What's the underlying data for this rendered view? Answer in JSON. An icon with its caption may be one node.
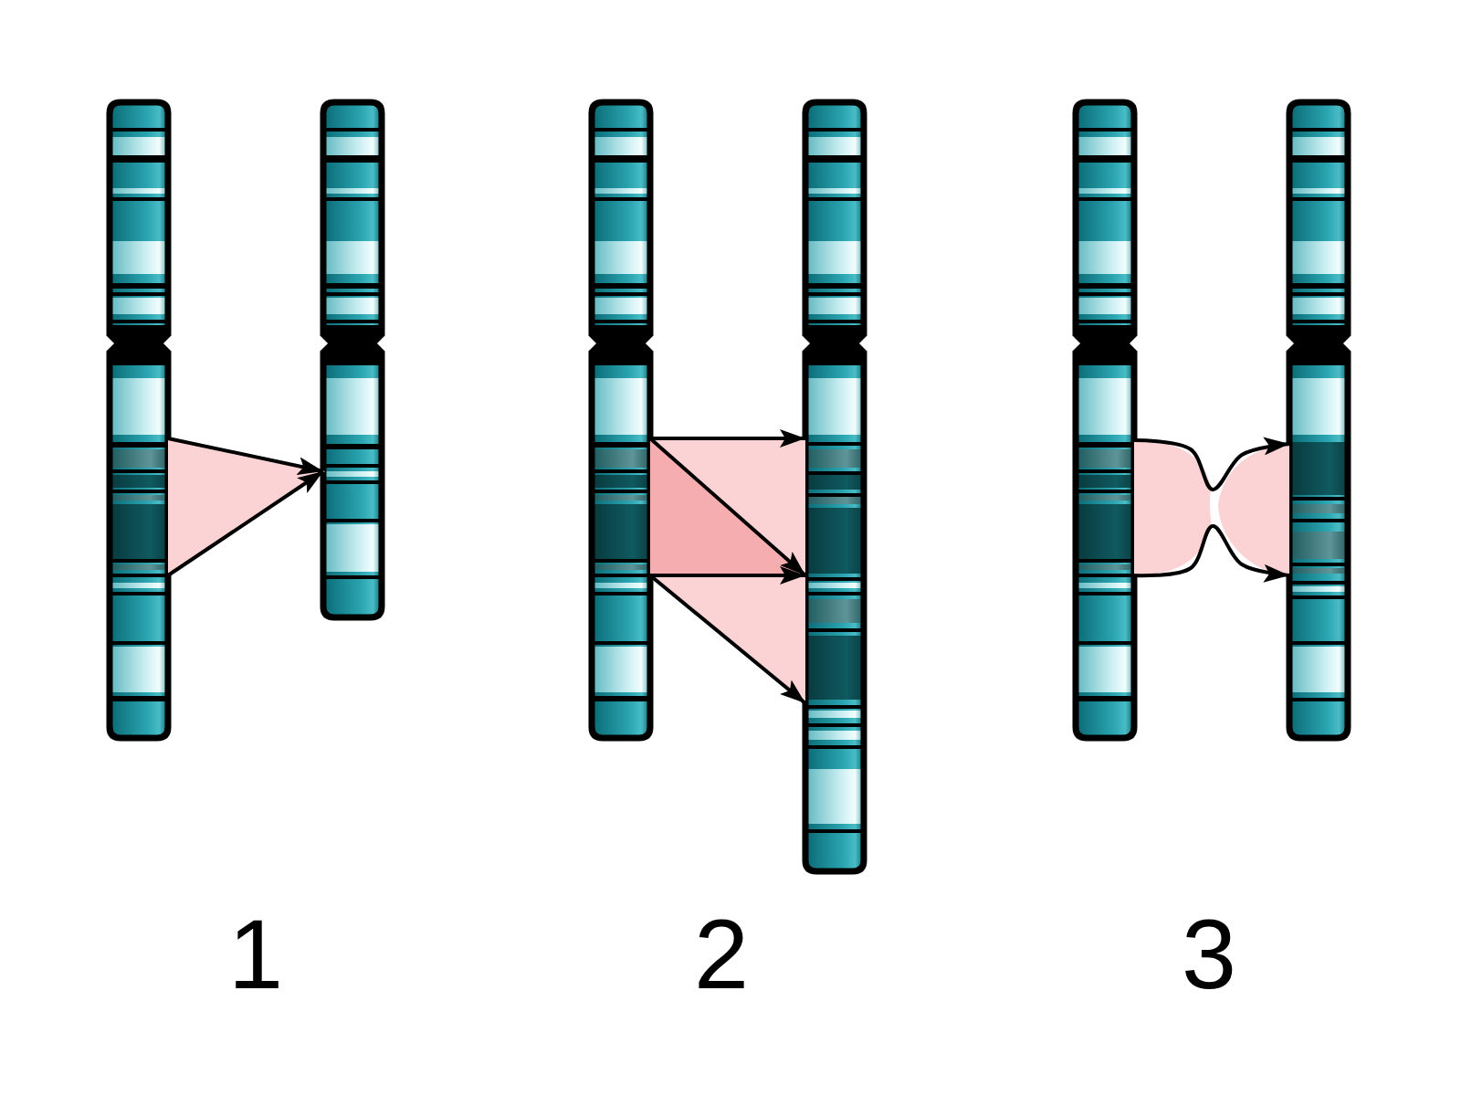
{
  "diagram": {
    "nodes": [
      {
        "text": [],
        "shape": "bar"
      },
      {
        "text": [],
        "shape": "bar"
      },
      {
        "text": [],
        "shape": "bar"
      },
      {
        "text": [],
        "shape": "bar"
      },
      {
        "text": [],
        "shape": "bar"
      },
      {
        "text": [],
        "shape": "bar"
      }
    ],
    "edges": [
      {
        "from": 0,
        "to": 1,
        "arrow": "to"
      },
      {
        "from": 0,
        "to": 1,
        "arrow": "to"
      },
      {
        "from": 2,
        "to": 3,
        "arrow": "to"
      },
      {
        "from": 2,
        "to": 3,
        "arrow": "to"
      },
      {
        "from": 2,
        "to": 3,
        "arrow": "to"
      },
      {
        "from": 2,
        "to": 3,
        "arrow": "to"
      },
      {
        "from": 4,
        "to": 5,
        "arrow": "to"
      },
      {
        "from": 4,
        "to": 5,
        "arrow": "to"
      }
    ],
    "labels": [
      "1",
      "2",
      "3"
    ]
  }
}
